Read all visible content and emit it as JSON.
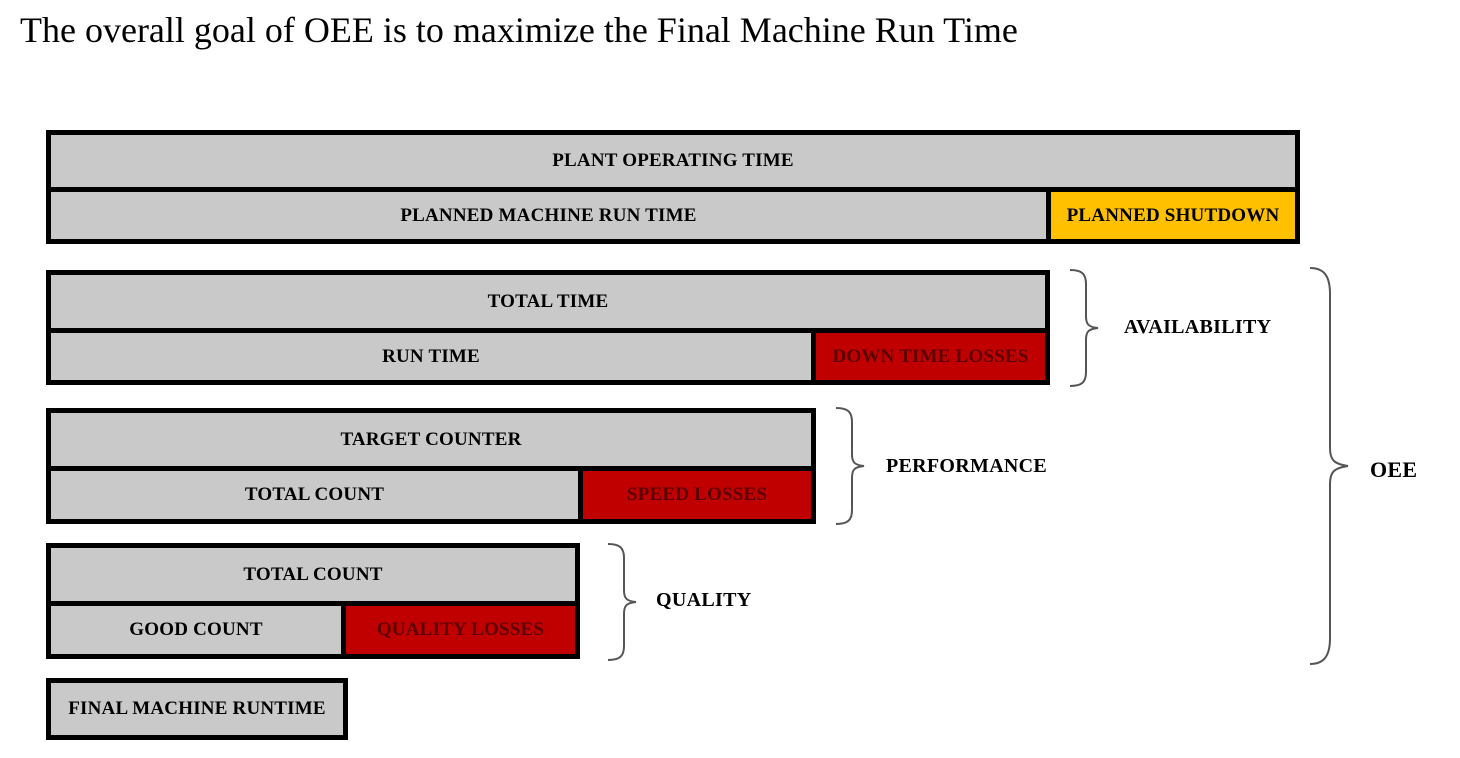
{
  "title": "The overall goal of OEE is to maximize the Final Machine Run Time",
  "colors": {
    "bar_gray": "#c9c9c9",
    "loss_red": "#c00000",
    "shutdown_yellow": "#ffc000",
    "border": "#000000"
  },
  "rows": {
    "plant": {
      "top": "PLANT OPERATING TIME",
      "bottom_left": "PLANNED MACHINE RUN TIME",
      "bottom_right": "PLANNED SHUTDOWN"
    },
    "availability": {
      "top": "TOTAL TIME",
      "bottom_left": "RUN TIME",
      "bottom_right": "DOWN TIME LOSSES",
      "label": "AVAILABILITY"
    },
    "performance": {
      "top": "TARGET COUNTER",
      "bottom_left": "TOTAL COUNT",
      "bottom_right": "SPEED LOSSES",
      "label": "PERFORMANCE"
    },
    "quality": {
      "top": "TOTAL COUNT",
      "bottom_left": "GOOD COUNT",
      "bottom_right": "QUALITY LOSSES",
      "label": "QUALITY"
    },
    "final": {
      "label": "FINAL MACHINE RUNTIME"
    }
  },
  "oee_label": "OEE"
}
